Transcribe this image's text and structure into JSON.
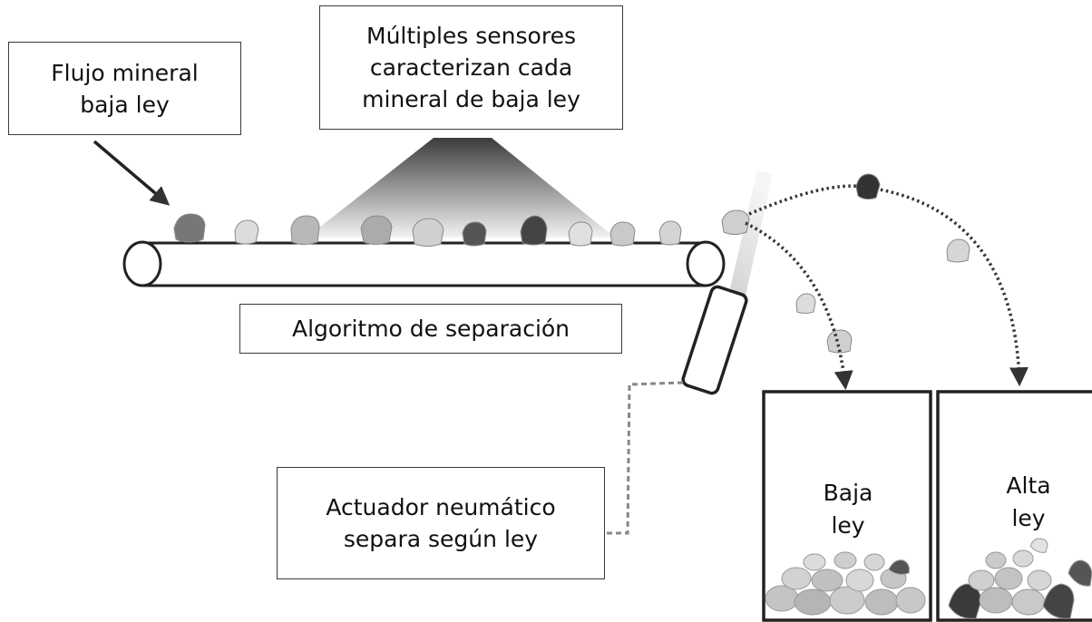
{
  "labels": {
    "flujo": [
      "Flujo mineral",
      "baja ley"
    ],
    "sensores": [
      "Múltiples sensores",
      "caracterizan cada",
      "mineral de baja ley"
    ],
    "algoritmo": "Algoritmo de separación",
    "actuador": [
      "Actuador neumático",
      "separa según ley"
    ]
  },
  "bins": {
    "baja": [
      "Baja",
      "ley"
    ],
    "alta": [
      "Alta",
      "ley"
    ]
  }
}
